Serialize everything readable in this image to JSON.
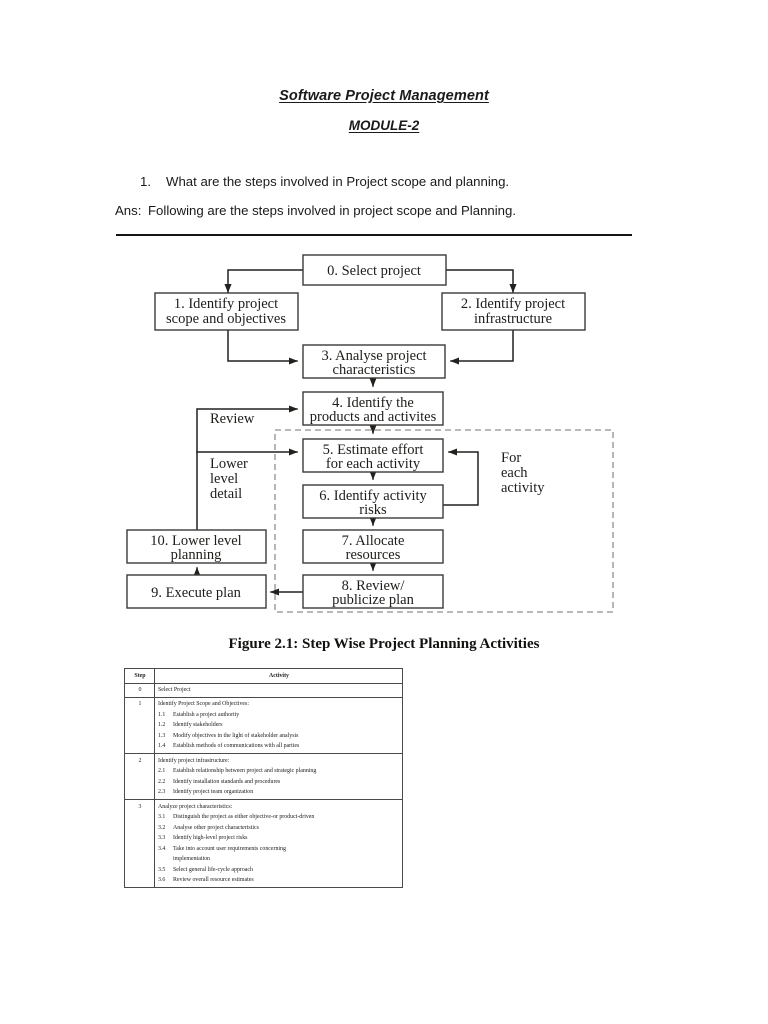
{
  "document": {
    "title": "Software Project Management",
    "subtitle": "MODULE-2",
    "question_number": "1.",
    "question_text": "What are the steps involved in Project scope and planning.",
    "answer_label": "Ans:",
    "answer_text": "Following are the steps involved in project scope and Planning."
  },
  "figure": {
    "caption": "Figure 2.1: Step Wise Project Planning Activities",
    "nodes": [
      {
        "id": "n0",
        "label_line1": "0. Select project",
        "label_line2": ""
      },
      {
        "id": "n1",
        "label_line1": "1. Identify project",
        "label_line2": "scope and objectives"
      },
      {
        "id": "n2",
        "label_line1": "2. Identify project",
        "label_line2": "infrastructure"
      },
      {
        "id": "n3",
        "label_line1": "3. Analyse project",
        "label_line2": "characteristics"
      },
      {
        "id": "n4",
        "label_line1": "4. Identify the",
        "label_line2": "products and activites"
      },
      {
        "id": "n5",
        "label_line1": "5. Estimate effort",
        "label_line2": "for each activity"
      },
      {
        "id": "n6",
        "label_line1": "6. Identify activity",
        "label_line2": "risks"
      },
      {
        "id": "n7",
        "label_line1": "7. Allocate",
        "label_line2": "resources"
      },
      {
        "id": "n8",
        "label_line1": "8. Review/",
        "label_line2": "publicize plan"
      },
      {
        "id": "n9",
        "label_line1": "9. Execute plan",
        "label_line2": ""
      },
      {
        "id": "n10",
        "label_line1": "10. Lower level",
        "label_line2": "planning"
      }
    ],
    "annotations": {
      "review": "Review",
      "lower_level_1": "Lower",
      "lower_level_2": "level",
      "lower_level_3": "detail",
      "for_each_1": "For",
      "for_each_2": "each",
      "for_each_3": "activity"
    }
  },
  "table": {
    "headers": [
      "Step",
      "Activity"
    ],
    "rows": [
      {
        "step": "0",
        "title": "Select Project",
        "items": []
      },
      {
        "step": "1",
        "title": "Identify Project Scope and Objectives:",
        "items": [
          {
            "num": "1.1",
            "text": "Establish a project authority"
          },
          {
            "num": "1.2",
            "text": "Identify stakeholders"
          },
          {
            "num": "1.3",
            "text": "Modify objectives in the light of stakeholder analysis"
          },
          {
            "num": "1.4",
            "text": "Establish methods of communications with all parties"
          }
        ]
      },
      {
        "step": "2",
        "title": "Identify project infrastructure:",
        "items": [
          {
            "num": "2.1",
            "text": "Establish relationship between project and strategic planning"
          },
          {
            "num": "2.2",
            "text": "Identify installation standards and procedures"
          },
          {
            "num": "2.3",
            "text": "Identify project team organization"
          }
        ]
      },
      {
        "step": "3",
        "title": "Analyze project characteristics:",
        "items": [
          {
            "num": "3.1",
            "text": "Distinguish the project as either objective-or product-driven"
          },
          {
            "num": "3.2",
            "text": "Analyse other project characteristics"
          },
          {
            "num": "3.3",
            "text": "Identify high-level project risks"
          },
          {
            "num": "3.4",
            "text": "Take into account user requirements concerning implementation",
            "wrap": true
          },
          {
            "num": "3.5",
            "text": "Select general life-cycle approach"
          },
          {
            "num": "3.6",
            "text": "Review overall resource estimates"
          }
        ]
      }
    ]
  },
  "colors": {
    "text": "#1a1a1a",
    "rule": "#141414",
    "box_border": "#3b3a38",
    "dashed_border": "#8a8a8a"
  }
}
